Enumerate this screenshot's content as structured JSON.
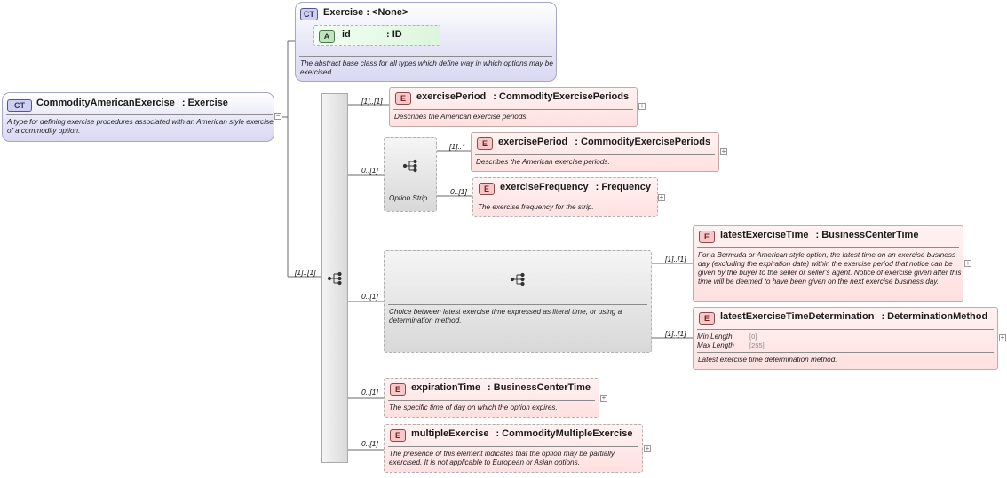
{
  "root": {
    "badge": "CT",
    "name": "CommodityAmericanExercise",
    "type": ": Exercise",
    "doc": "A type for defining exercise procedures associated with an American style exercise of a commodity option."
  },
  "base": {
    "badge": "CT",
    "title": "Exercise : <None>",
    "attribute": {
      "badge": "A",
      "name": "id",
      "type": ": ID"
    },
    "doc": "The abstract base class for all types which define way in which options may be exercised."
  },
  "main_sequence": {
    "occurrence": "[1]..[1]"
  },
  "elements": {
    "exercise_period": {
      "badge": "E",
      "occurrence": "[1]..[1]",
      "name": "exercisePeriod",
      "type": ": CommodityExercisePeriods",
      "doc": "Describes the American exercise periods."
    },
    "option_strip": {
      "occurrence": "0..[1]",
      "label": "Option Strip",
      "children": {
        "exercise_period": {
          "badge": "E",
          "occurrence": "[1]..*",
          "name": "exercisePeriod",
          "type": ": CommodityExercisePeriods",
          "doc": "Describes the American exercise periods."
        },
        "exercise_frequency": {
          "badge": "E",
          "occurrence": "0..[1]",
          "name": "exerciseFrequency",
          "type": ": Frequency",
          "doc": "The exercise frequency for the strip."
        }
      }
    },
    "choice": {
      "occurrence": "0..[1]",
      "doc": "Choice between latest exercise time expressed as literal time, or using a determination method.",
      "children": {
        "latest_exercise_time": {
          "badge": "E",
          "occurrence": "[1]..[1]",
          "name": "latestExerciseTime",
          "type": ": BusinessCenterTime",
          "doc": "For a Bermuda or American style option, the latest time on an exercise business day (excluding the expiration date) within the exercise period that notice can be given by the buyer to the seller or seller's agent. Notice of exercise given after this time will be deemed to have been given on the next exercise business day."
        },
        "latest_exercise_time_determination": {
          "badge": "E",
          "occurrence": "[1]..[1]",
          "name": "latestExerciseTimeDetermination",
          "type": ": DeterminationMethod",
          "facets": [
            {
              "label": "Min Length",
              "value": "[0]"
            },
            {
              "label": "Max Length",
              "value": "[255]"
            }
          ],
          "doc": "Latest exercise time determination method."
        }
      }
    },
    "expiration_time": {
      "badge": "E",
      "occurrence": "0..[1]",
      "name": "expirationTime",
      "type": ": BusinessCenterTime",
      "doc": "The specific time of day on which the option expires."
    },
    "multiple_exercise": {
      "badge": "E",
      "occurrence": "0..[1]",
      "name": "multipleExercise",
      "type": ": CommodityMultipleExercise",
      "doc": "The presence of this element indicates that the option may be partially exercised. It is not applicable to European or Asian options."
    }
  },
  "expand_glyph": "+",
  "collapse_glyph": "−",
  "colors": {
    "complex_type": "#d9d9f2",
    "element": "#ffe0e0",
    "attribute": "#dcf5dc",
    "connector": "#6a6a6a"
  }
}
